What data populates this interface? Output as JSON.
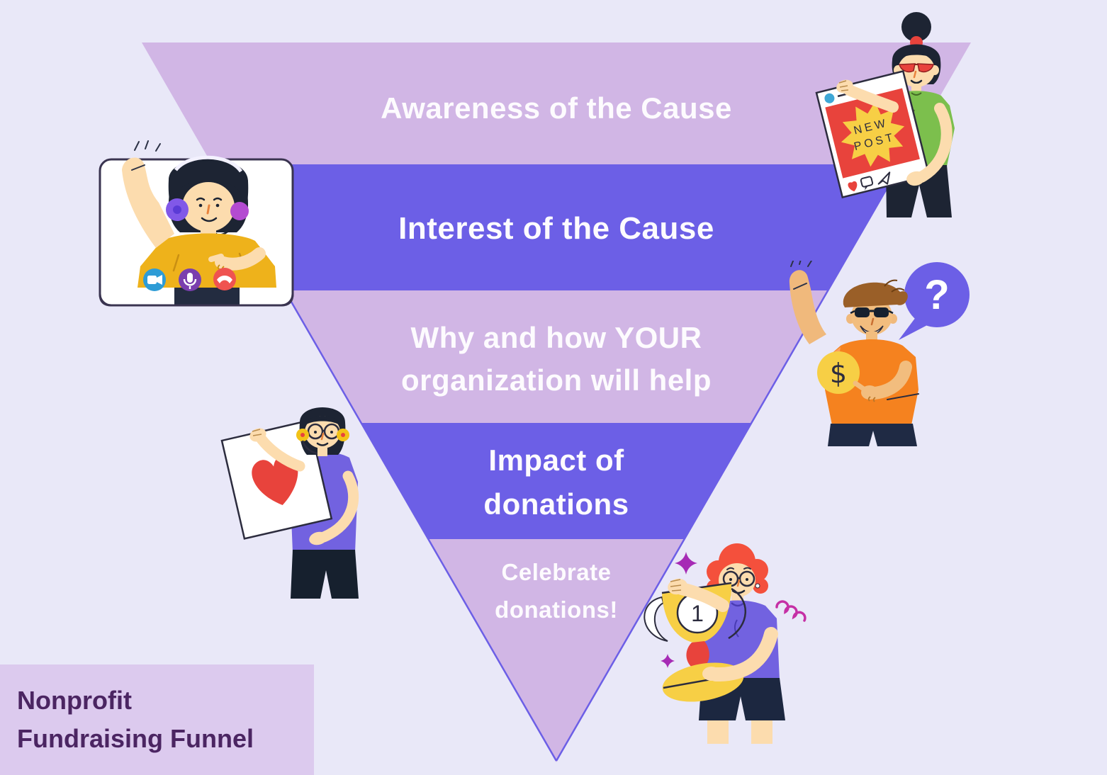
{
  "page": {
    "background_color": "#e9e8f8"
  },
  "title_box": {
    "text": "Nonprofit\nFundraising Funnel",
    "background_color": "#dccaee",
    "text_color": "#4b2562"
  },
  "funnel": {
    "light_color": "#d1b6e5",
    "dark_color": "#6c5fe6",
    "label_color": "#fdfbfe",
    "levels": [
      {
        "label": "Awareness of the Cause",
        "tone": "light"
      },
      {
        "label": "Interest of the Cause",
        "tone": "dark"
      },
      {
        "label": "Why and how YOUR\norganization will help",
        "tone": "light"
      },
      {
        "label": "Impact of\ndonations",
        "tone": "dark"
      },
      {
        "label": "Celebrate\ndonations!",
        "tone": "light"
      }
    ]
  },
  "illustrations": {
    "new_post": {
      "sticker_line1": "NEW",
      "sticker_line2": "POST"
    },
    "question": {
      "bubble_text": "?",
      "coin_symbol": "$"
    },
    "trophy": {
      "rank_number": "1"
    }
  }
}
